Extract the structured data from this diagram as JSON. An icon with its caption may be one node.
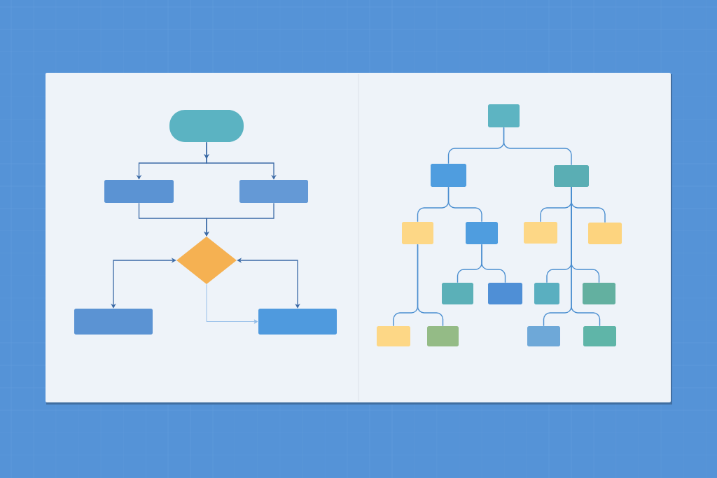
{
  "diagram": {
    "nodes": [
      {
        "text": [],
        "shape": "pill"
      },
      {
        "text": [],
        "shape": "box"
      },
      {
        "text": [],
        "shape": "box"
      },
      {
        "text": [],
        "shape": "diamond"
      },
      {
        "text": [],
        "shape": "box"
      },
      {
        "text": [],
        "shape": "box"
      },
      {
        "text": [],
        "shape": "box"
      },
      {
        "text": [],
        "shape": "box"
      },
      {
        "text": [],
        "shape": "box"
      },
      {
        "text": [],
        "shape": "box"
      },
      {
        "text": [],
        "shape": "box"
      },
      {
        "text": [],
        "shape": "box"
      },
      {
        "text": [],
        "shape": "box"
      },
      {
        "text": [],
        "shape": "box"
      },
      {
        "text": [],
        "shape": "box"
      },
      {
        "text": [],
        "shape": "box"
      },
      {
        "text": [],
        "shape": "box"
      },
      {
        "text": [],
        "shape": "box"
      },
      {
        "text": [],
        "shape": "box"
      },
      {
        "text": [],
        "shape": "box"
      },
      {
        "text": [],
        "shape": "box"
      }
    ],
    "edges": [
      {
        "from": 0,
        "to": 1,
        "arrow": "to",
        "color": "#3b6aa6"
      },
      {
        "from": 0,
        "to": 2,
        "arrow": "to",
        "color": "#3b6aa6"
      },
      {
        "from": 1,
        "to": 3,
        "arrow": "to",
        "color": "#3b6aa6"
      },
      {
        "from": 2,
        "to": 3,
        "arrow": "to",
        "color": "#3b6aa6"
      },
      {
        "from": 3,
        "to": 4,
        "arrow": "both",
        "color": "#3b6aa6"
      },
      {
        "from": 3,
        "to": 5,
        "arrow": "both",
        "color": "#3b6aa6"
      },
      {
        "from": 3,
        "to": 5,
        "arrow": "to",
        "color": "#8cb9e6"
      },
      {
        "from": 6,
        "to": 7,
        "arrow": "none"
      },
      {
        "from": 6,
        "to": 8,
        "arrow": "none"
      },
      {
        "from": 7,
        "to": 9,
        "arrow": "none"
      },
      {
        "from": 7,
        "to": 10,
        "arrow": "none"
      },
      {
        "from": 8,
        "to": 11,
        "arrow": "none"
      },
      {
        "from": 8,
        "to": 12,
        "arrow": "none"
      },
      {
        "from": 8,
        "to": 15,
        "arrow": "none"
      },
      {
        "from": 8,
        "to": 16,
        "arrow": "none"
      },
      {
        "from": 8,
        "to": 19,
        "arrow": "none"
      },
      {
        "from": 8,
        "to": 20,
        "arrow": "none"
      },
      {
        "from": 9,
        "to": 17,
        "arrow": "none"
      },
      {
        "from": 9,
        "to": 18,
        "arrow": "none"
      },
      {
        "from": 10,
        "to": 13,
        "arrow": "none"
      },
      {
        "from": 10,
        "to": 14,
        "arrow": "none"
      }
    ]
  }
}
